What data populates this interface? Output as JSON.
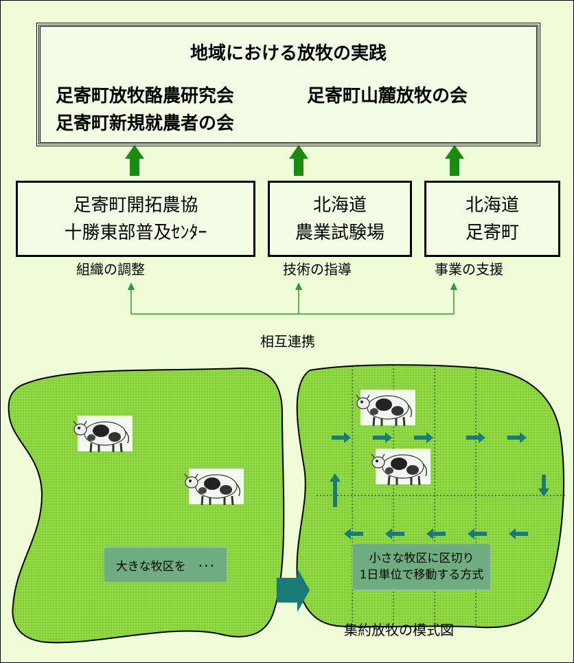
{
  "top_box": {
    "title": "地域における放牧の実践",
    "groups": [
      "足寄町放牧酪農研究会",
      "足寄町山麓放牧の会",
      "足寄町新規就農者の会"
    ]
  },
  "organizations": [
    {
      "line1": "足寄町開拓農協",
      "line2": "十勝東部普及ｾﾝﾀｰ",
      "role": "組織の調整"
    },
    {
      "line1": "北海道",
      "line2": "農業試験場",
      "role": "技術の指導"
    },
    {
      "line1": "北海道",
      "line2": "足寄町",
      "role": "事業の支援"
    }
  ],
  "cooperation_label": "相互連携",
  "left_pasture": {
    "label": "大きな牧区を　･･･"
  },
  "right_pasture": {
    "label_line1": "小さな牧区に区切り",
    "label_line2": "1日単位で移動する方式"
  },
  "caption": "集約放牧の模式図",
  "colors": {
    "background": "#eefdd8",
    "pasture_green": "#8bd640",
    "arrow_green": "#1a8a10",
    "rotation_arrow": "#1a7a78",
    "info_box": "#6fac80",
    "connector": "#2e9a2e"
  },
  "icons": [
    "cow-icon",
    "up-arrow-icon",
    "right-arrow-icon"
  ]
}
